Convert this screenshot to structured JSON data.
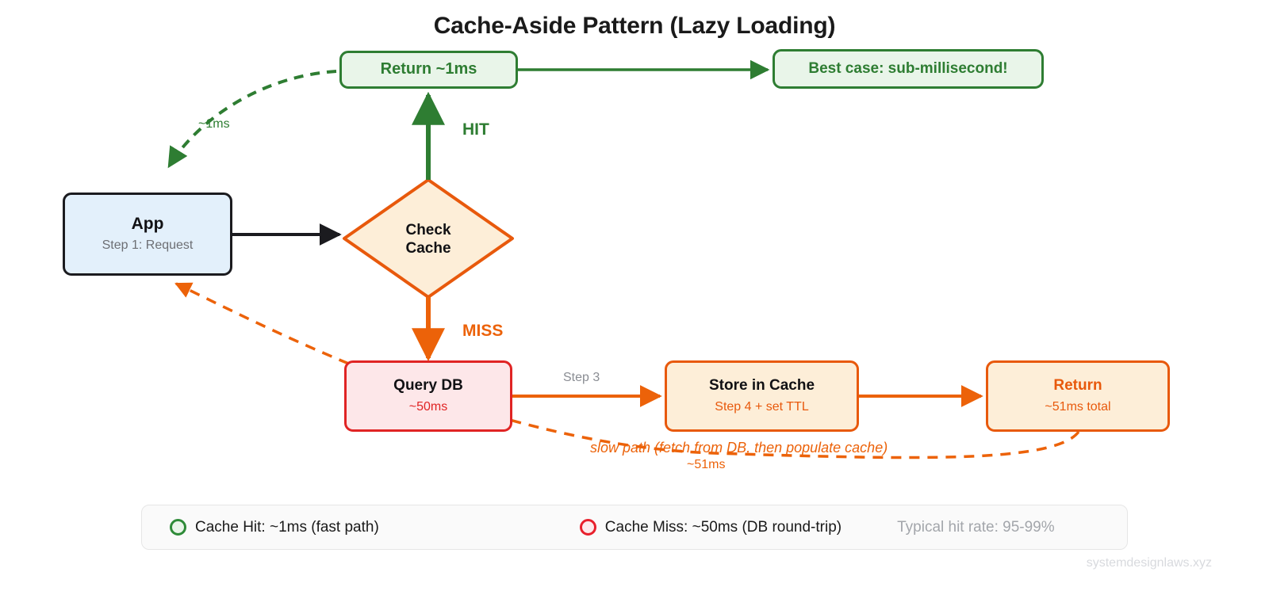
{
  "title": "Cache-Aside Pattern (Lazy Loading)",
  "nodes": {
    "app": {
      "title": "App",
      "subtitle": "Step 1: Request"
    },
    "check_cache": {
      "title": "Check\nCache"
    },
    "return_fast": {
      "title": "Return ~1ms"
    },
    "best_case": {
      "title": "Best case: sub-millisecond!"
    },
    "query_db": {
      "title": "Query DB",
      "subtitle": "~50ms"
    },
    "store_cache": {
      "title": "Store in Cache",
      "subtitle": "Step 4 + set TTL"
    },
    "return_total": {
      "title": "Return",
      "subtitle": "~51ms total"
    }
  },
  "edge_labels": {
    "hit": "HIT",
    "miss": "MISS",
    "fast_return_ms": "~1ms",
    "step3": "Step 3",
    "slow_path": "slow path (fetch from DB, then populate cache)",
    "slow_path_ms": "~51ms"
  },
  "legend": {
    "hit": "Cache Hit: ~1ms (fast path)",
    "miss": "Cache Miss: ~50ms (DB round-trip)",
    "note": "Typical hit rate: 95-99%"
  },
  "watermark": "systemdesignlaws.xyz",
  "colors": {
    "green": "#2e7d32",
    "orange": "#e8590c",
    "orange_bright": "#ec6209",
    "red": "#e02424",
    "black": "#1b1b1f",
    "app_fill": "#e3f0fb",
    "green_fill": "#e9f5e9",
    "orange_fill": "#fdeed8",
    "red_fill": "#fde7e9",
    "grey_text": "#8a8d93"
  }
}
